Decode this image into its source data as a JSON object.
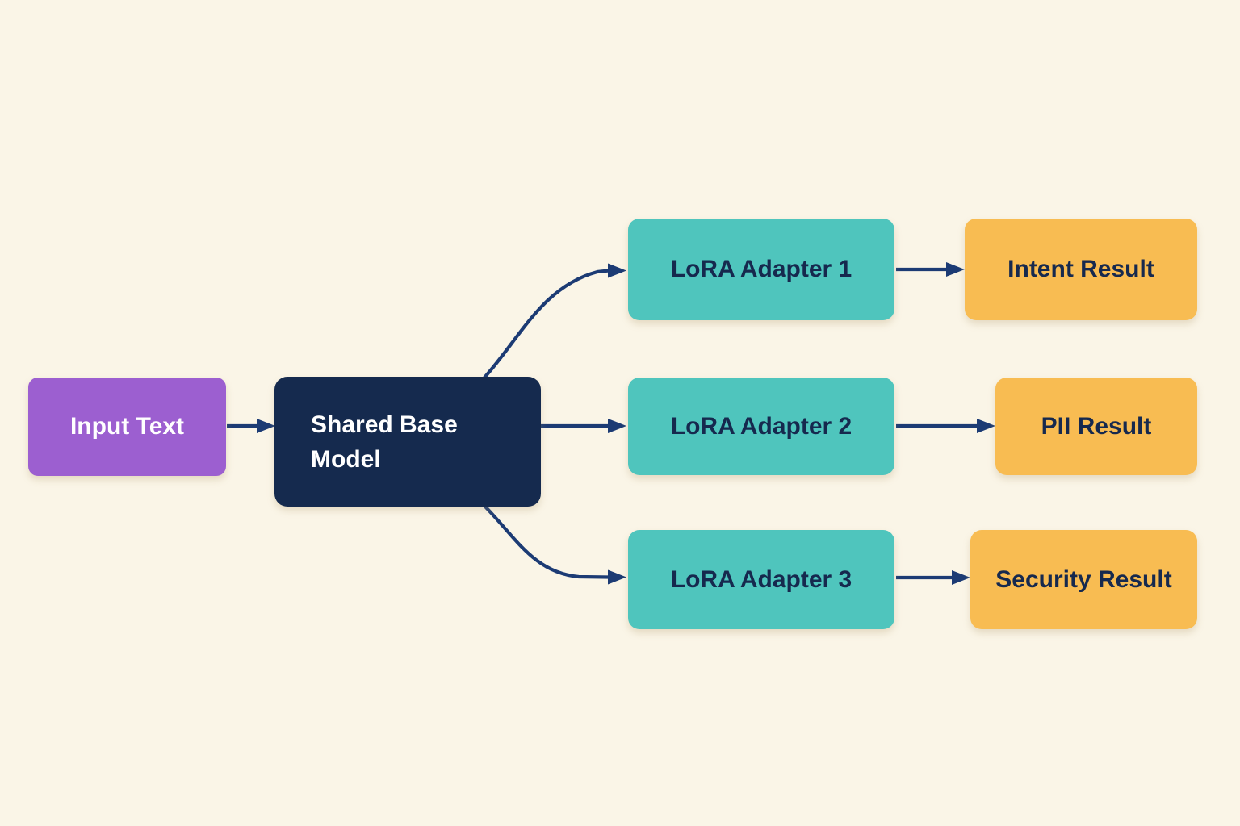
{
  "canvas": {
    "background": "#FAF5E7"
  },
  "colors": {
    "purple": "#9C5FD0",
    "navy": "#152A4E",
    "teal": "#4FC5BD",
    "yellow": "#F8BC52",
    "arrow": "#1C3B74",
    "dark_text": "#16294E",
    "light_text": "#FFFFFF"
  },
  "nodes": {
    "input": {
      "label": "Input Text",
      "color": "#9C5FD0",
      "text_color": "#FFFFFF"
    },
    "model": {
      "label": "Shared Base Model",
      "color": "#152A4E",
      "text_color": "#FFFFFF"
    },
    "adapter1": {
      "label": "LoRA Adapter 1",
      "color": "#4FC5BD",
      "text_color": "#16294E"
    },
    "adapter2": {
      "label": "LoRA Adapter 2",
      "color": "#4FC5BD",
      "text_color": "#16294E"
    },
    "adapter3": {
      "label": "LoRA Adapter 3",
      "color": "#4FC5BD",
      "text_color": "#16294E"
    },
    "intent": {
      "label": "Intent Result",
      "color": "#F8BC52",
      "text_color": "#16294E"
    },
    "pii": {
      "label": "PII Result",
      "color": "#F8BC52",
      "text_color": "#16294E"
    },
    "security": {
      "label": "Security Result",
      "color": "#F8BC52",
      "text_color": "#16294E"
    }
  },
  "edges": [
    {
      "from": "Input Text",
      "to": "Shared Base Model"
    },
    {
      "from": "Shared Base Model",
      "to": "LoRA Adapter 1"
    },
    {
      "from": "Shared Base Model",
      "to": "LoRA Adapter 2"
    },
    {
      "from": "Shared Base Model",
      "to": "LoRA Adapter 3"
    },
    {
      "from": "LoRA Adapter 1",
      "to": "Intent Result"
    },
    {
      "from": "LoRA Adapter 2",
      "to": "PII Result"
    },
    {
      "from": "LoRA Adapter 3",
      "to": "Security Result"
    }
  ]
}
